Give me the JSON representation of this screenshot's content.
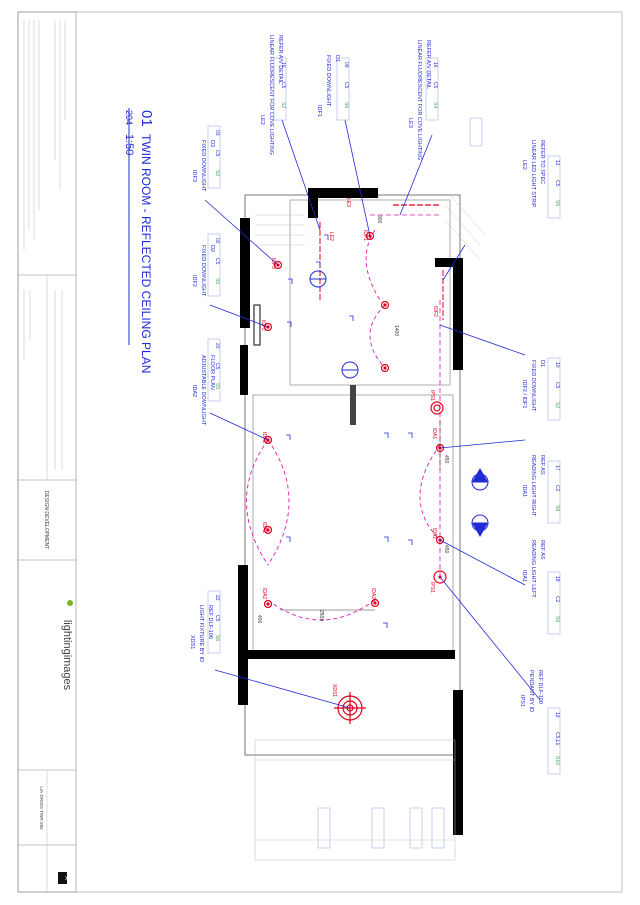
{
  "title_block": {
    "drawing_number": "01",
    "drawing_title": "TWIN ROOM - REFLECTED CEILING PLAN",
    "sheet_ref": "204",
    "scale": "1:50",
    "company": "lightingimages",
    "stage": "DESIGN DEVELOPMENT",
    "revision": "A",
    "sheet_no": "01",
    "drawing_code": "LIA-DRWG-TWR-205"
  },
  "fixtures": [
    {
      "id": "LE3",
      "desc": "LINEAR FLUORESCENT FOR COVE LIGHTING",
      "ref": "REFER A/V DETAIL",
      "codes": [
        "16",
        "C5",
        "S4"
      ]
    },
    {
      "id": "LE2",
      "desc": "LINEAR FLUORESCENT FOR COVE LIGHTING",
      "ref": "REFER A/V DETAIL",
      "codes": [
        "16",
        "C5",
        "S2"
      ]
    },
    {
      "id": "IDF1",
      "desc": "FIXED DOWNLIGHT",
      "ref": "D1",
      "codes": [
        "09",
        "C5",
        "S6"
      ]
    },
    {
      "id": "LE2",
      "desc": "LINEAR LED LIGHT STRIP",
      "ref": "REFER TO SPEC",
      "codes": [
        "12",
        "C5",
        "S5"
      ]
    },
    {
      "id": "IDF3",
      "desc": "FIXED DOWNLIGHT",
      "ref": "D3",
      "codes": [
        "03",
        "C5",
        "S2"
      ]
    },
    {
      "id": "IDF2",
      "desc": "FIXED DOWNLIGHT",
      "ref": "D2",
      "codes": [
        "02",
        "C5",
        "S5"
      ]
    },
    {
      "id": "IDA2",
      "desc": "ADJUSTABLE DOWNLIGHT",
      "ref": "FLOOR PLAN",
      "codes": [
        "20",
        "C5",
        "S5"
      ]
    },
    {
      "id": "IDF2 / IDF1",
      "desc": "FIXED DOWNLIGHT",
      "ref": "D1",
      "codes": [
        "10",
        "C5",
        "S2"
      ]
    },
    {
      "id": "IDA1",
      "desc": "READING LIGHT RIGHT",
      "ref": "REF AS",
      "codes": [
        "17",
        "C2",
        "S8"
      ]
    },
    {
      "id": "IDA1",
      "desc": "READING LIGHT LEFT",
      "ref": "REF AS",
      "codes": [
        "18",
        "C2",
        "S9"
      ]
    },
    {
      "id": "XDS1",
      "desc": "LIGHT FIXTURE BY ID",
      "ref": "REF DLF-106",
      "codes": [
        "22",
        "C5",
        "S6"
      ]
    },
    {
      "id": "IPS1",
      "desc": "PENDANT BY ID",
      "ref": "REF DLF-100",
      "codes": [
        "19",
        "C5,L1",
        "S10"
      ]
    }
  ],
  "plan_tags": [
    "IDF1",
    "IDF2",
    "IDF3",
    "IDA2",
    "IDA1",
    "IPS1",
    "XDS1",
    "LE2",
    "LE3"
  ],
  "dims": [
    "1400",
    "450",
    "450",
    "2500",
    "400",
    "300"
  ],
  "colors": {
    "annotation": "#1f2bd6",
    "fixture": "#e0001b",
    "line": "#000000"
  }
}
